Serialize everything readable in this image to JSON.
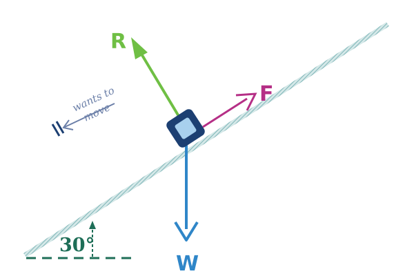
{
  "forces": {
    "reaction": {
      "label": "R",
      "color": "#6fbf44"
    },
    "friction": {
      "label": "F",
      "color": "#b52f86"
    },
    "weight": {
      "label": "W",
      "color": "#2f86c8"
    }
  },
  "motion_note": {
    "line1": "wants to",
    "line2": "move",
    "color": "#6b7fa8"
  },
  "angle": {
    "label": "30°",
    "color": "#1e6e57"
  },
  "block": {
    "outer_color": "#1c3f72",
    "inner_color": "#a8d0ee"
  },
  "incline": {
    "color": "#7fb6b8"
  }
}
